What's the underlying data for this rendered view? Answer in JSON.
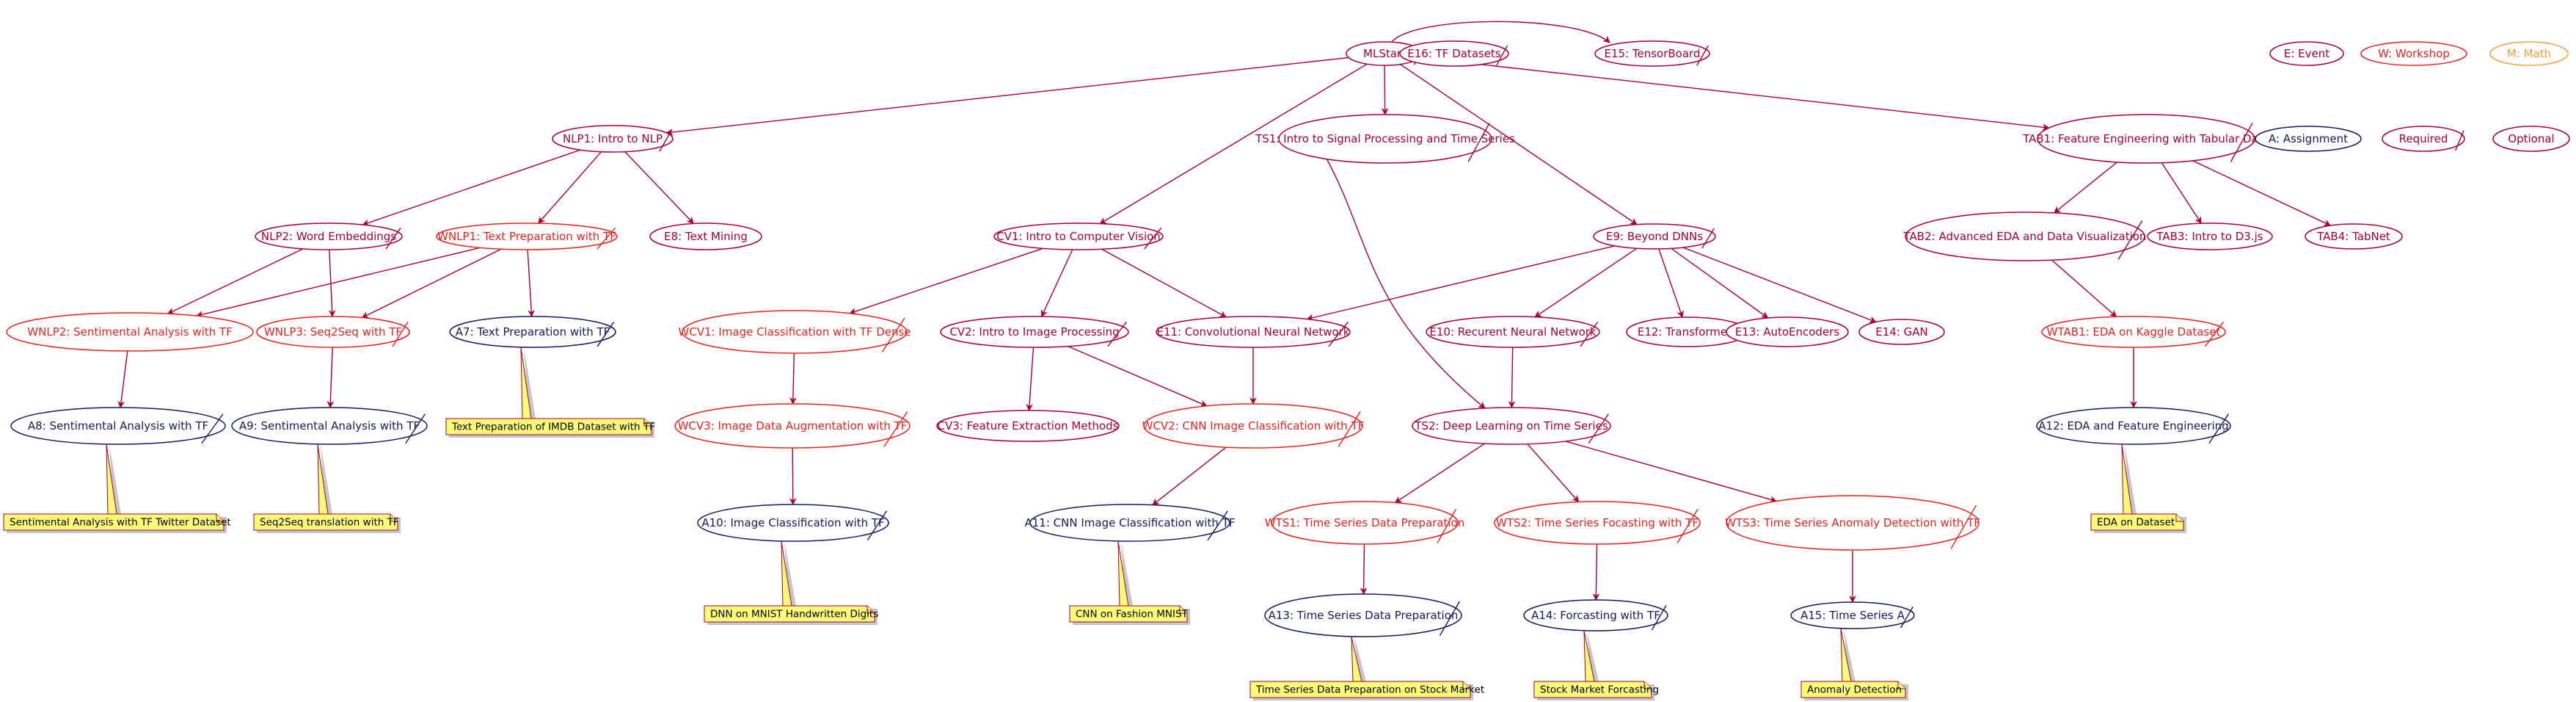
{
  "colors": {
    "event": "#a80036",
    "workshop": "#e8231f",
    "math": "#f2a03d",
    "assignment": "#181863",
    "edge": "#a80036",
    "note_fill": "#fbfb77"
  },
  "legend": [
    {
      "id": "L1",
      "label": "E: Event",
      "kind": "event"
    },
    {
      "id": "L2",
      "label": "W: Workshop",
      "kind": "workshop"
    },
    {
      "id": "L3",
      "label": "M: Math",
      "kind": "math"
    },
    {
      "id": "L4",
      "label": "A: Assignment",
      "kind": "assignment"
    },
    {
      "id": "L5",
      "label": "Required",
      "kind": "event",
      "required": true
    },
    {
      "id": "L6",
      "label": "Optional",
      "kind": "event"
    }
  ],
  "nodes": [
    {
      "id": "MLStart",
      "label": "MLStart",
      "kind": "event",
      "required": true
    },
    {
      "id": "E16",
      "label": "E16: TF Datasets",
      "kind": "event",
      "required": true
    },
    {
      "id": "E15",
      "label": "E15: TensorBoard",
      "kind": "event",
      "required": true
    },
    {
      "id": "NLP1",
      "label": "NLP1: Intro to NLP",
      "kind": "event",
      "required": true
    },
    {
      "id": "TS1",
      "label": "TS1: Intro to Signal Processing and Time Series",
      "kind": "event",
      "required": true
    },
    {
      "id": "TAB1",
      "label": "TAB1: Feature Engineering with Tabular Data",
      "kind": "event",
      "required": true
    },
    {
      "id": "NLP2",
      "label": "NLP2: Word Embeddings",
      "kind": "event",
      "required": true
    },
    {
      "id": "WNLP1",
      "label": "WNLP1: Text Preparation with TF",
      "kind": "workshop",
      "required": true
    },
    {
      "id": "E8",
      "label": "E8: Text Mining",
      "kind": "event",
      "required": false
    },
    {
      "id": "CV1",
      "label": "CV1: Intro to Computer Vision",
      "kind": "event",
      "required": true
    },
    {
      "id": "E9",
      "label": "E9: Beyond DNNs",
      "kind": "event",
      "required": true
    },
    {
      "id": "TAB2",
      "label": "TAB2: Advanced EDA and Data Visualization",
      "kind": "event",
      "required": true
    },
    {
      "id": "TAB3",
      "label": "TAB3: Intro to D3.js",
      "kind": "event",
      "required": false
    },
    {
      "id": "TAB4",
      "label": "TAB4: TabNet",
      "kind": "event",
      "required": false
    },
    {
      "id": "WNLP2",
      "label": "WNLP2: Sentimental Analysis with TF",
      "kind": "workshop",
      "required": false
    },
    {
      "id": "WNLP3",
      "label": "WNLP3: Seq2Seq with TF",
      "kind": "workshop",
      "required": true
    },
    {
      "id": "A7",
      "label": "A7: Text Preparation with TF",
      "kind": "assignment",
      "required": true
    },
    {
      "id": "WCV1",
      "label": "WCV1: Image Classification with TF Dense",
      "kind": "workshop",
      "required": true
    },
    {
      "id": "CV2",
      "label": "CV2: Intro to Image Processing",
      "kind": "event",
      "required": true
    },
    {
      "id": "E11",
      "label": "E11: Convolutional Neural Network",
      "kind": "event",
      "required": true
    },
    {
      "id": "E10",
      "label": "E10: Recurent Neural Network",
      "kind": "event",
      "required": true
    },
    {
      "id": "E12",
      "label": "E12: Transformers",
      "kind": "event",
      "required": false
    },
    {
      "id": "E13",
      "label": "E13: AutoEncoders",
      "kind": "event",
      "required": false
    },
    {
      "id": "E14",
      "label": "E14: GAN",
      "kind": "event",
      "required": false
    },
    {
      "id": "WTAB1",
      "label": "WTAB1: EDA on Kaggle Dataset",
      "kind": "workshop",
      "required": true
    },
    {
      "id": "A8",
      "label": "A8: Sentimental Analysis with TF",
      "kind": "assignment",
      "required": true
    },
    {
      "id": "A9",
      "label": "A9: Sentimental Analysis with TF",
      "kind": "assignment",
      "required": true
    },
    {
      "id": "WCV3",
      "label": "WCV3: Image Data Augmentation with TF",
      "kind": "workshop",
      "required": true
    },
    {
      "id": "CV3",
      "label": "CV3: Feature Extraction Methods",
      "kind": "event",
      "required": false
    },
    {
      "id": "WCV2",
      "label": "WCV2: CNN Image Classification with TF",
      "kind": "workshop",
      "required": true
    },
    {
      "id": "TS2",
      "label": "TS2: Deep Learning on Time Series",
      "kind": "event",
      "required": true
    },
    {
      "id": "A12",
      "label": "A12: EDA and Feature Engineering",
      "kind": "assignment",
      "required": true
    },
    {
      "id": "A10",
      "label": "A10: Image Classification with TF",
      "kind": "assignment",
      "required": true
    },
    {
      "id": "A11",
      "label": "A11: CNN Image Classification with TF",
      "kind": "assignment",
      "required": true
    },
    {
      "id": "WTS1",
      "label": "WTS1: Time Series Data Preparation",
      "kind": "workshop",
      "required": true
    },
    {
      "id": "WTS2",
      "label": "WTS2: Time Series Focasting with TF",
      "kind": "workshop",
      "required": true
    },
    {
      "id": "WTS3",
      "label": "WTS3: Time Series Anomaly Detection with TF",
      "kind": "workshop",
      "required": true
    },
    {
      "id": "A13",
      "label": "A13: Time Series Data Preparation",
      "kind": "assignment",
      "required": true
    },
    {
      "id": "A14",
      "label": "A14: Forcasting with TF",
      "kind": "assignment",
      "required": true
    },
    {
      "id": "A15",
      "label": "A15: Time Series A",
      "kind": "assignment",
      "required": true
    }
  ],
  "edges": [
    [
      "MLStart",
      "E16"
    ],
    [
      "MLStart",
      "E15"
    ],
    [
      "MLStart",
      "NLP1"
    ],
    [
      "MLStart",
      "CV1"
    ],
    [
      "MLStart",
      "TS1"
    ],
    [
      "MLStart",
      "E9"
    ],
    [
      "MLStart",
      "TAB1"
    ],
    [
      "NLP1",
      "NLP2"
    ],
    [
      "NLP1",
      "WNLP1"
    ],
    [
      "NLP1",
      "E8"
    ],
    [
      "NLP2",
      "WNLP2"
    ],
    [
      "NLP2",
      "WNLP3"
    ],
    [
      "WNLP1",
      "WNLP2"
    ],
    [
      "WNLP1",
      "WNLP3"
    ],
    [
      "WNLP1",
      "A7"
    ],
    [
      "WNLP2",
      "A8"
    ],
    [
      "WNLP3",
      "A9"
    ],
    [
      "CV1",
      "WCV1"
    ],
    [
      "CV1",
      "CV2"
    ],
    [
      "CV1",
      "E11"
    ],
    [
      "WCV1",
      "WCV3"
    ],
    [
      "WCV3",
      "A10"
    ],
    [
      "CV2",
      "CV3"
    ],
    [
      "CV2",
      "WCV2"
    ],
    [
      "E11",
      "WCV2"
    ],
    [
      "WCV2",
      "A11"
    ],
    [
      "TS1",
      "TS2"
    ],
    [
      "E9",
      "E11"
    ],
    [
      "E9",
      "E10"
    ],
    [
      "E9",
      "E12"
    ],
    [
      "E9",
      "E13"
    ],
    [
      "E9",
      "E14"
    ],
    [
      "E10",
      "TS2"
    ],
    [
      "TS2",
      "WTS1"
    ],
    [
      "TS2",
      "WTS2"
    ],
    [
      "TS2",
      "WTS3"
    ],
    [
      "WTS1",
      "A13"
    ],
    [
      "WTS2",
      "A14"
    ],
    [
      "WTS3",
      "A15"
    ],
    [
      "TAB1",
      "TAB2"
    ],
    [
      "TAB1",
      "TAB3"
    ],
    [
      "TAB1",
      "TAB4"
    ],
    [
      "TAB2",
      "WTAB1"
    ],
    [
      "WTAB1",
      "A12"
    ]
  ],
  "notes": [
    {
      "id": "N7",
      "attach": "A7",
      "text": "Text Preparation of IMDB Dataset with TF"
    },
    {
      "id": "N8",
      "attach": "A8",
      "text": "Sentimental Analysis with TF Twitter Dataset"
    },
    {
      "id": "N9",
      "attach": "A9",
      "text": "Seq2Seq translation with TF"
    },
    {
      "id": "N10",
      "attach": "A10",
      "text": "DNN on MNIST Handwritten Digits"
    },
    {
      "id": "N11",
      "attach": "A11",
      "text": "CNN on Fashion MNIST"
    },
    {
      "id": "N12",
      "attach": "A12",
      "text": "EDA on Dataset"
    },
    {
      "id": "N13",
      "attach": "A13",
      "text": "Time Series Data Preparation on Stock Market"
    },
    {
      "id": "N14",
      "attach": "A14",
      "text": "Stock Market Forcasting"
    },
    {
      "id": "N15",
      "attach": "A15",
      "text": "Anomaly Detection"
    }
  ]
}
